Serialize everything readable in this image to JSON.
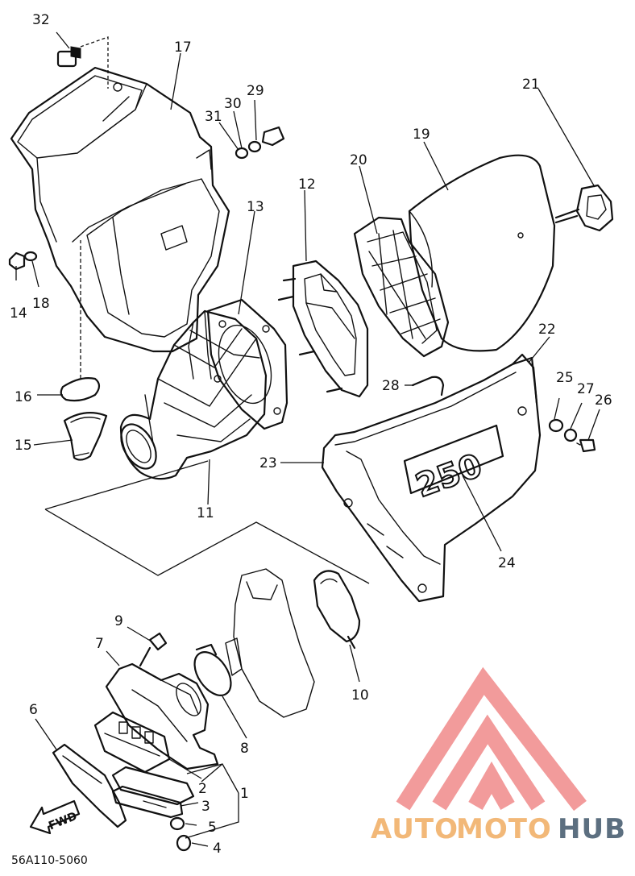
{
  "diagram": {
    "callouts": [
      "1",
      "2",
      "3",
      "4",
      "5",
      "6",
      "7",
      "8",
      "9",
      "10",
      "11",
      "12",
      "13",
      "14",
      "15",
      "16",
      "17",
      "18",
      "19",
      "20",
      "21",
      "22",
      "23",
      "24",
      "25",
      "26",
      "27",
      "28",
      "29",
      "30",
      "31",
      "32"
    ],
    "drawing_code": "56A110-5060",
    "fwd_label": "FWD",
    "emboss_text": "250"
  },
  "watermark": {
    "part1": "AUTO",
    "part2": "MOTO",
    "part3": "HUB",
    "color_orange": "#f2b878",
    "color_gray": "#5c6f80",
    "logo_color": "#f08a8a"
  }
}
